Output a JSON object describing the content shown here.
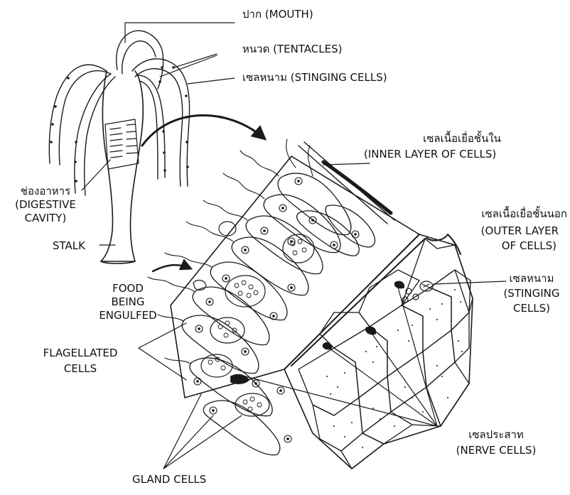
{
  "labels": {
    "mouth": "ปาก (MOUTH)",
    "tentacles": "หนวด (TENTACLES)",
    "stinging_cells_top": "เซลหนาม (STINGING CELLS)",
    "inner_layer_thai": "เซลเนื้อเยื่อชั้นใน",
    "inner_layer_en": "(INNER LAYER OF CELLS)",
    "digestive_thai": "ช่องอาหาร",
    "digestive_en_1": "(DIGESTIVE",
    "digestive_en_2": "CAVITY)",
    "outer_layer_thai": "เซลเนื้อเยื่อชั้นนอก",
    "outer_layer_en_1": "(OUTER LAYER",
    "outer_layer_en_2": "OF CELLS)",
    "stalk": "STALK",
    "food_1": "FOOD",
    "food_2": "BEING",
    "food_3": "ENGULFED",
    "stinging_right_thai": "เซลหนาม",
    "stinging_right_en_1": "(STINGING",
    "stinging_right_en_2": "CELLS)",
    "flagellated_1": "FLAGELLATED",
    "flagellated_2": "CELLS",
    "nerve_thai": "เซลประสาท",
    "nerve_en": "(NERVE CELLS)",
    "gland": "GLAND CELLS"
  },
  "colors": {
    "ink": "#1a1a1a",
    "paper": "#ffffff"
  }
}
